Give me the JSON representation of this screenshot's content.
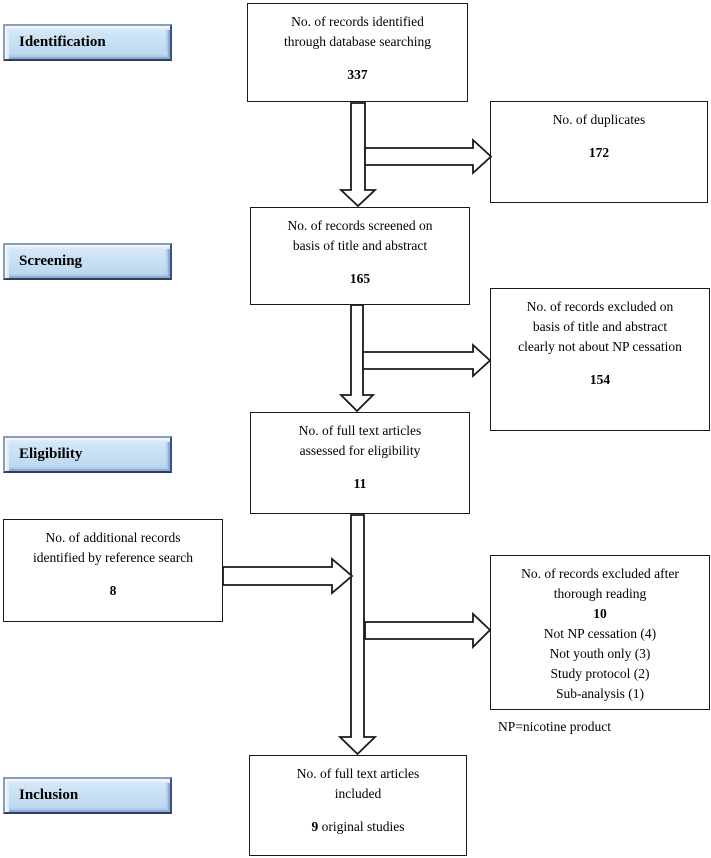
{
  "diagram": {
    "stages": [
      "Identification",
      "Screening",
      "Eligibility",
      "Inclusion"
    ],
    "boxes": {
      "identified": {
        "text": "No. of records identified\nthrough database searching",
        "count": "337"
      },
      "duplicates": {
        "text": "No. of duplicates",
        "count": "172"
      },
      "screened": {
        "text": "No. of records screened on\nbasis of title and abstract",
        "count": "165"
      },
      "excluded_screening": {
        "text": "No. of records excluded on\nbasis of title and abstract\nclearly not about NP cessation",
        "count": "154"
      },
      "eligibility": {
        "text": "No. of full text articles\nassessed for eligibility",
        "count": "11"
      },
      "additional": {
        "text": "No. of additional records\nidentified by reference search",
        "count": "8"
      },
      "excluded_full_text": {
        "text": "No. of records excluded after\nthorough reading",
        "count": "10",
        "reasons": [
          "Not NP cessation (4)",
          "Not youth only (3)",
          "Study protocol (2)",
          "Sub-analysis (1)"
        ]
      },
      "included": {
        "text": "No. of full text articles\nincluded",
        "count": "9",
        "count_suffix": " original studies"
      }
    },
    "note": "NP=nicotine product",
    "colors": {
      "stage_fill": "#c8e1f4",
      "stage_highlight": "#eff6fd",
      "stage_shadow": "#8fadd0",
      "stage_border": "#3f4f7e",
      "box_border": "#1a1a1a",
      "background": "#ffffff"
    }
  }
}
